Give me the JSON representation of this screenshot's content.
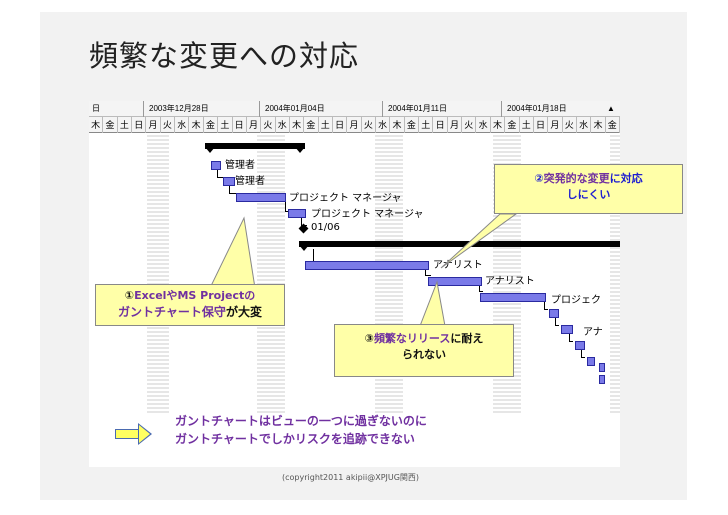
{
  "slide": {
    "title": "頻繁な変更への対応",
    "footnote": "(copyright2011 akipii@XPJUG関西)"
  },
  "gantt": {
    "header_left": "日",
    "weeks": [
      "2003年12月28日",
      "2004年01月04日",
      "2004年01月11日",
      "2004年01月18日"
    ],
    "day_cells": [
      "木",
      "金",
      "土",
      "日",
      "月",
      "火",
      "水",
      "木",
      "金",
      "土",
      "日",
      "月",
      "火",
      "水",
      "木",
      "金",
      "土",
      "日",
      "月",
      "火",
      "水",
      "木",
      "金",
      "土",
      "日",
      "月",
      "火",
      "水",
      "木",
      "金",
      "土",
      "日",
      "月",
      "火",
      "水",
      "木",
      "金"
    ],
    "scroll_up": "▲",
    "tasks": [
      {
        "label": "管理者"
      },
      {
        "label": "管理者"
      },
      {
        "label": "プロジェクト マネージャ"
      },
      {
        "label": "プロジェクト マネージャ"
      },
      {
        "label": "01/06"
      },
      {
        "label": "アナリスト"
      },
      {
        "label": "アナリスト"
      },
      {
        "label": "プロジェク"
      },
      {
        "label": "アナ"
      }
    ]
  },
  "callouts": {
    "c1_num": "①",
    "c1_a": "Excelや",
    "c1_b": "MS Projectの",
    "c1_c": "ガントチャート保守",
    "c1_d": "が大変",
    "c2_a": "②",
    "c2_b": "突発的な変更",
    "c2_c": "に対応",
    "c2_d": "しにくい",
    "c3_a": "③",
    "c3_b": "頻繁なリリース",
    "c3_c": "に耐え",
    "c3_d": "られない"
  },
  "bottom": {
    "line1": "ガントチャートはビューの一つに過ぎないのに",
    "line2": "ガントチャートでしかリスクを追跡できない"
  },
  "colors": {
    "task_fill": "#7a7ae8",
    "callout_fill": "#ffffa8",
    "emphasis_purple": "#7030a0",
    "emphasis_blue": "#2020d0",
    "arrow_fill": "#ffff60"
  }
}
